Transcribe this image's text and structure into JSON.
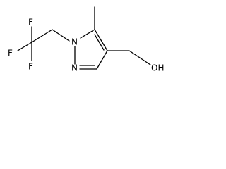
{
  "molecule": {
    "atoms": {
      "f_top": "F",
      "f_left": "F",
      "f_bottom": "F",
      "n1": "N",
      "n2": "N",
      "oh": "OH"
    }
  },
  "colors": {
    "bond": "#000000",
    "label": "#000000",
    "background": "#ffffff"
  }
}
